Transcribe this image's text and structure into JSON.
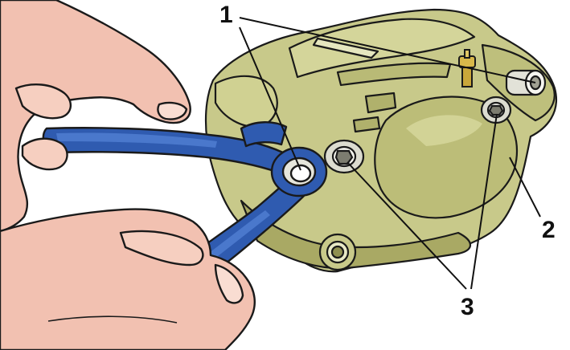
{
  "callouts": {
    "one": "1",
    "two": "2",
    "three": "3"
  },
  "colors": {
    "caliper": "#c8c98a",
    "caliper_shade": "#a9a964",
    "wrench": "#2f5bb0",
    "skin": "#f2c1b1",
    "outline": "#1a1a1a"
  },
  "icons": [
    "hand-icon",
    "wrench-icon",
    "bolt-icon",
    "bleeder-valve-icon"
  ]
}
